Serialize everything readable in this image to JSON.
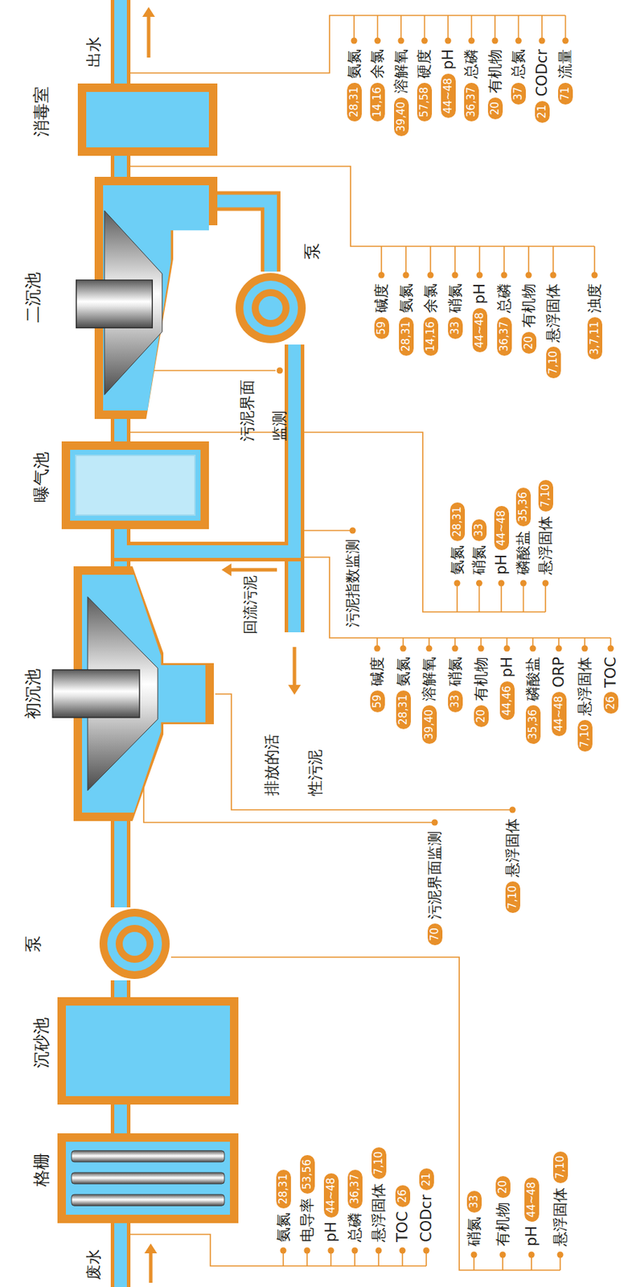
{
  "diagram": {
    "nodes": [
      {
        "text": [
          "格栅"
        ]
      },
      {
        "text": [
          "沉砂池"
        ]
      },
      {
        "text": [
          "泵"
        ]
      },
      {
        "text": [
          "初沉池"
        ]
      },
      {
        "text": [
          "曝气池"
        ]
      },
      {
        "text": [
          "二沉池"
        ]
      },
      {
        "text": [
          "泵"
        ]
      },
      {
        "text": [
          "消毒室"
        ]
      }
    ],
    "edges": [
      {
        "from": 0,
        "to": 1,
        "arrow": "none"
      },
      {
        "from": 1,
        "to": 2,
        "arrow": "none"
      },
      {
        "from": 2,
        "to": 3,
        "arrow": "none"
      },
      {
        "from": 3,
        "to": 4,
        "arrow": "none"
      },
      {
        "from": 4,
        "to": 5,
        "arrow": "none"
      },
      {
        "from": 5,
        "to": 7,
        "arrow": "none"
      },
      {
        "from": 5,
        "to": 6,
        "arrow": "none"
      },
      {
        "from": 6,
        "to": 4,
        "label": "回流污泥",
        "arrow": "none"
      }
    ],
    "labels": [
      "废水",
      "出水",
      "氨氮",
      "28,31",
      "电导率",
      "53,56",
      "pH",
      "44~48",
      "总磷",
      "36,37",
      "悬浮固体",
      "7,10",
      "TOC",
      "26",
      "CODcr",
      "21",
      "硝氮",
      "33",
      "有机物",
      "20",
      "pH",
      "44~48",
      "悬浮固体",
      "7,10",
      "70",
      "污泥界面监测",
      "7,10",
      "悬浮固体",
      "排放的活 性污泥",
      "污泥指数监测",
      "59",
      "碱度",
      "28,31",
      "氨氮",
      "39,40",
      "溶解氧",
      "33",
      "硝氮",
      "20",
      "有机物",
      "44,46",
      "pH",
      "35,36",
      "磷酸盐",
      "44~48",
      "ORP",
      "7,10",
      "悬浮固体",
      "26",
      "TOC",
      "氨氮",
      "28,31",
      "硝氮",
      "33",
      "pH",
      "44~48",
      "磷酸盐",
      "35,36",
      "悬浮固体",
      "7,10",
      "污泥界面 监测",
      "59",
      "碱度",
      "28,31",
      "氨氮",
      "14,16",
      "余氯",
      "33",
      "硝氮",
      "44~48",
      "pH",
      "36,37",
      "总磷",
      "20",
      "有机物",
      "7,10",
      "悬浮固体",
      "3,7,11",
      "浊度",
      "28,31",
      "氨氮",
      "14,16",
      "余氯",
      "39,40",
      "溶解氧",
      "57,58",
      "硬度",
      "44~48",
      "pH",
      "36,37",
      "总磷",
      "20",
      "有机物",
      "37",
      "总氮",
      "21",
      "CODcr",
      "71",
      "流量"
    ]
  }
}
